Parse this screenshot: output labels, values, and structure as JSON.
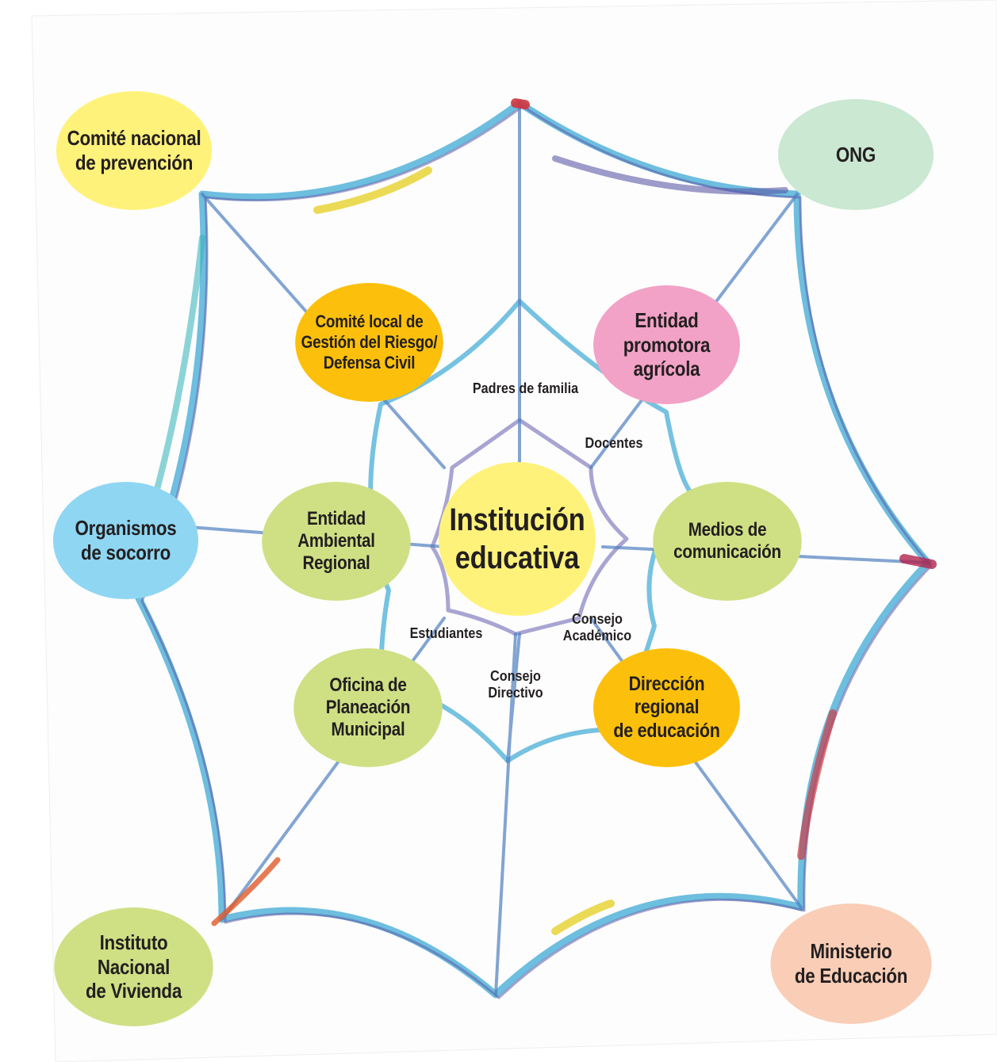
{
  "colors": {
    "yellow": "#fff27a",
    "mint": "#cbe8d2",
    "orange": "#fcc00c",
    "pink": "#f2a2c6",
    "blue": "#8fd6f3",
    "green": "#cfe084",
    "peach": "#f9cdb6",
    "center": "#fff27a",
    "text": "#231f20",
    "web_blue": "#3ca8d4",
    "web_purple": "#5e5aa6",
    "web_teal": "#2fb0b8",
    "web_red": "#d2343d",
    "web_yellow": "#e6d12a",
    "web_orange": "#e05a2a"
  },
  "nodes": {
    "comite_nacional": "Comité nacional\nde prevención",
    "ong": "ONG",
    "comite_local": "Comité local de\nGestión del Riesgo/\nDefensa Civil",
    "entidad_promotora": "Entidad\npromotora\nagrícola",
    "organismos_socorro": "Organismos\nde socorro",
    "entidad_ambiental": "Entidad\nAmbiental\nRegional",
    "institucion_educativa": "Institución\neducativa",
    "medios_comunicacion": "Medios de\ncomunicación",
    "oficina_planeacion": "Oficina de\nPlaneación\nMunicipal",
    "direccion_regional": "Dirección regional\nde educación",
    "instituto_vivienda": "Instituto\nNacional\nde Vivienda",
    "ministerio_educacion": "Ministerio\nde Educación"
  },
  "labels": {
    "padres": "Padres de familia",
    "docentes": "Docentes",
    "estudiantes": "Estudiantes",
    "consejo_academico": "Consejo\nAcadémico",
    "consejo_directivo": "Consejo\nDirectivo"
  }
}
